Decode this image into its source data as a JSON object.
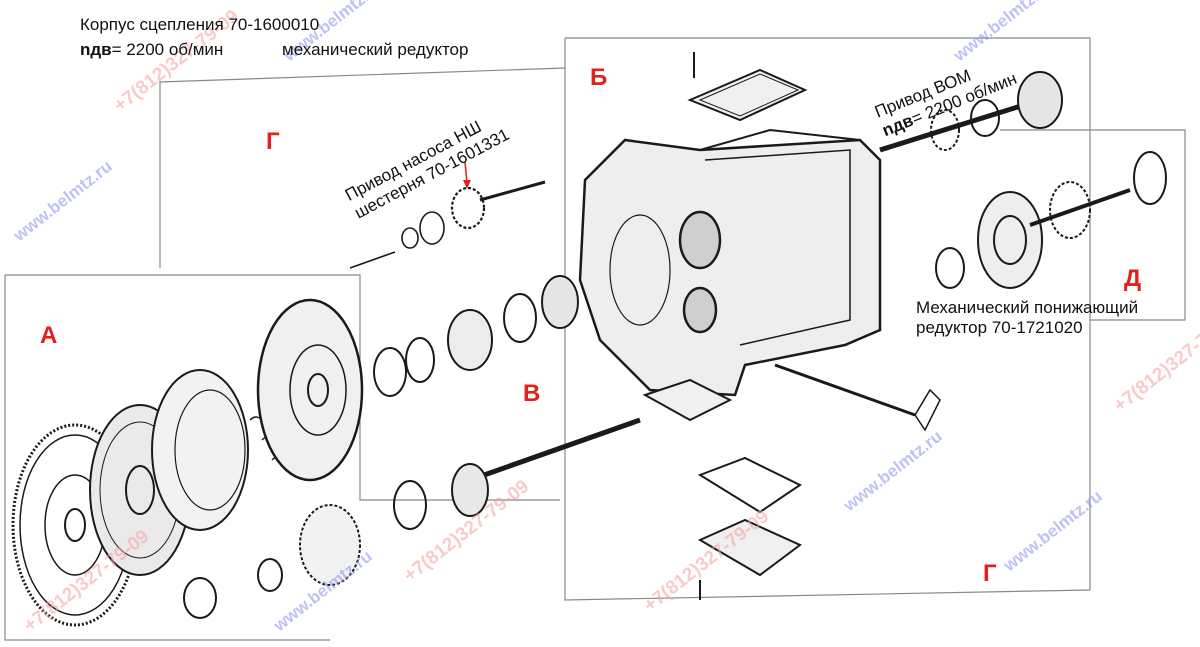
{
  "header": {
    "title": "Корпус сцепления 70-1600010",
    "speed_symbol": "nдв",
    "speed_value": "= 2200 об/мин",
    "gearbox": "механический редуктор"
  },
  "callouts": {
    "nsh_line1": "Привод насоса НШ",
    "nsh_line2": "шестерня 70-1601331",
    "vom_line1": "Привод ВОМ",
    "vom_symbol": "nдв",
    "vom_line2": "= 2200 об/мин",
    "reducer_line1": "Механический понижающий",
    "reducer_line2": "редуктор 70-1721020"
  },
  "sections": {
    "a": "А",
    "b": "Б",
    "v": "В",
    "g_top": "Г",
    "g_bottom": "Г",
    "d": "Д"
  },
  "watermarks": {
    "phone": "+7(812)327-79-09",
    "site": "www.belmtz.ru"
  },
  "colors": {
    "section_letters": "#e0211c",
    "watermark_phone": "#f3a2a2",
    "watermark_site": "#8a90ee",
    "drawing": "#1a1a1a"
  }
}
